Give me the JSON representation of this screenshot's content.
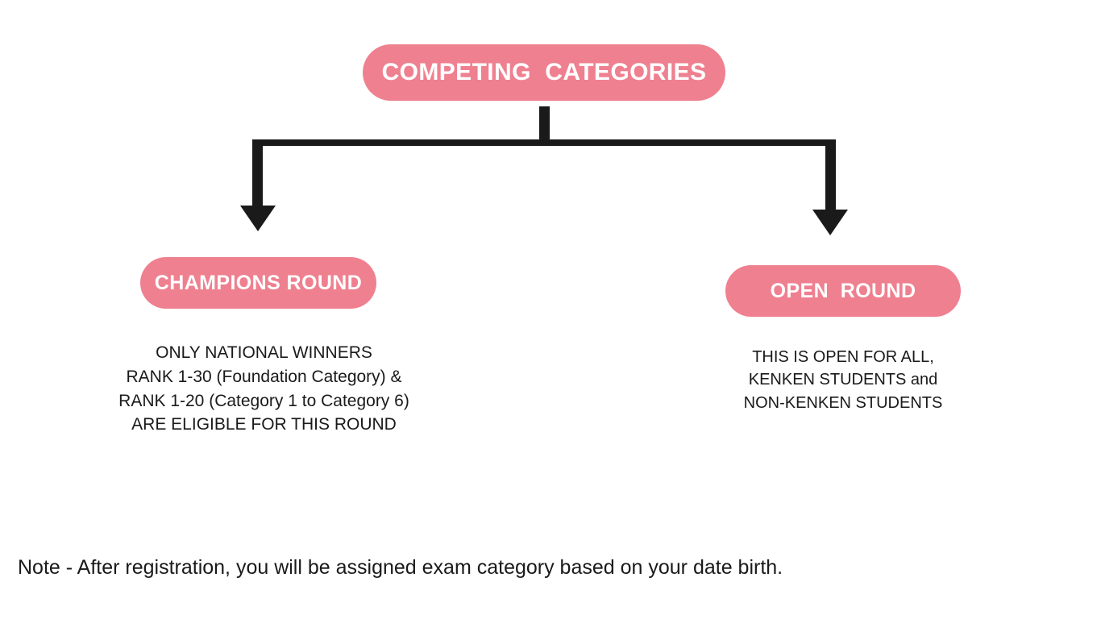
{
  "slide": {
    "background_color": "#ffffff",
    "accent_color": "#ef8090",
    "connector_color": "#1a1a1a",
    "text_color": "#1a1a1a"
  },
  "title_node": {
    "label": "COMPETING  CATEGORIES"
  },
  "branches": [
    {
      "id": "champions",
      "label": "CHAMPIONS ROUND",
      "description": "ONLY NATIONAL WINNERS\nRANK 1-30 (Foundation Category) &\nRANK 1-20 (Category 1 to Category 6)\nARE ELIGIBLE FOR THIS ROUND"
    },
    {
      "id": "open",
      "label": "OPEN  ROUND",
      "description": "THIS IS OPEN FOR ALL,\nKENKEN STUDENTS and\nNON-KENKEN STUDENTS"
    }
  ],
  "note": {
    "text": "Note - After registration, you will be assigned exam category based on your date birth."
  }
}
